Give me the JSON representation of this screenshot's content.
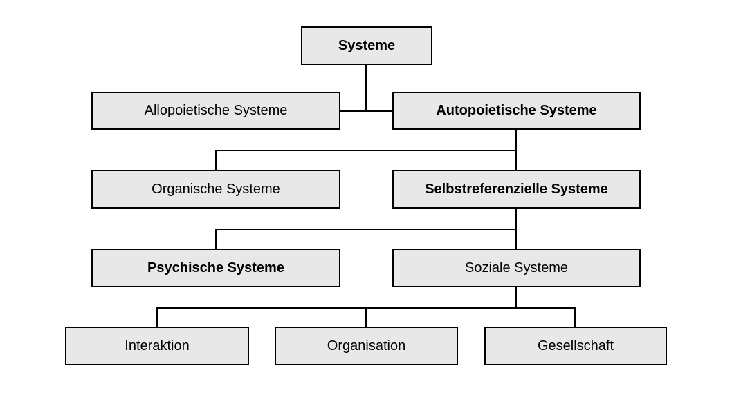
{
  "diagram": {
    "type": "hierarchy-tree",
    "language": "de",
    "colors": {
      "background": "#ffffff",
      "box_fill": "#e8e8e8",
      "box_border": "#000000",
      "connector_line": "#000000",
      "text": "#000000"
    },
    "nodes": {
      "systeme": {
        "label": "Systeme",
        "bold": true,
        "level": 1
      },
      "allopoietische": {
        "label": "Allopoietische Systeme",
        "bold": false,
        "level": 2,
        "parent": "Systeme"
      },
      "autopoietische": {
        "label": "Autopoietische Systeme",
        "bold": true,
        "level": 2,
        "parent": "Systeme"
      },
      "organische": {
        "label": "Organische Systeme",
        "bold": false,
        "level": 3,
        "parent": "Autopoietische Systeme"
      },
      "selbstreferenzielle": {
        "label": "Selbstreferenzielle Systeme",
        "bold": true,
        "level": 3,
        "parent": "Autopoietische Systeme"
      },
      "psychische": {
        "label": "Psychische Systeme",
        "bold": true,
        "level": 4,
        "parent": "Selbstreferenzielle Systeme"
      },
      "soziale": {
        "label": "Soziale Systeme",
        "bold": false,
        "level": 4,
        "parent": "Selbstreferenzielle Systeme"
      },
      "interaktion": {
        "label": "Interaktion",
        "bold": false,
        "level": 5,
        "parent": "Soziale Systeme"
      },
      "organisation": {
        "label": "Organisation",
        "bold": false,
        "level": 5,
        "parent": "Soziale Systeme"
      },
      "gesellschaft": {
        "label": "Gesellschaft",
        "bold": false,
        "level": 5,
        "parent": "Soziale Systeme"
      }
    }
  }
}
